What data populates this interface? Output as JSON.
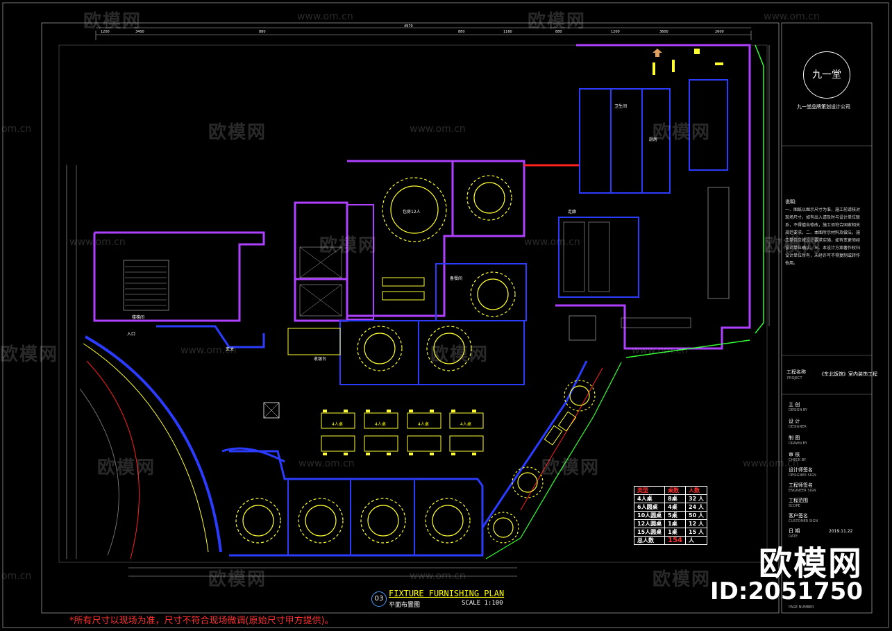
{
  "brand": {
    "watermark": "欧模网",
    "watermark_url": "www.om.cn",
    "watermark_url_short": "om.cn",
    "big_brand": "欧模网",
    "big_id": "ID:2051750"
  },
  "title_block": {
    "logo_text": "九一堂",
    "company": "九一堂品牌策划设计公司",
    "notes_heading": "说明:",
    "notes_body": "一、图纸以图示尺寸为准，施工前请核对现场尺寸，如有出入请及时与设计单位联系，不得擅自修改，施工须符合国家相关规范要求。二、本图所示材料及做法，施工单位应按设计要求实施，如有变更须经设计单位确认。三、本设计方案著作权归设计单位所有，未经许可不得复制或转作他用。",
    "project_label": "工程名称",
    "project_label_en": "PROJECT",
    "project_name": "《东北饭馆》室内装饰工程",
    "rows": [
      {
        "cn": "主  创",
        "en": "DESIGN BY"
      },
      {
        "cn": "设  计",
        "en": "DESIGNER"
      },
      {
        "cn": "制  图",
        "en": "DRAWN BY"
      },
      {
        "cn": "审  核",
        "en": "CHECK BY"
      },
      {
        "cn": "设计师签名",
        "en": "DESIGNER SIGN"
      },
      {
        "cn": "工程师签名",
        "en": "ENGINEER SIGN"
      },
      {
        "cn": "工程范围",
        "en": "SCOPE"
      },
      {
        "cn": "客户签名",
        "en": "CUSTOMER SIGN"
      },
      {
        "cn": "日  期",
        "en": "DATE"
      }
    ],
    "date": "2019.11.22",
    "bottom_en": "PAGE NUMBER"
  },
  "drawing_title": {
    "number": "03",
    "title": "FIXTURE FURNISHING PLAN",
    "subtitle": "平面布置图",
    "scale": "SCALE 1:100"
  },
  "footnote": "*所有尺寸以现场为准，尺寸不符合现场微调(原始尺寸甲方提供)。",
  "legend": {
    "header": [
      "类型",
      "桌数",
      "人数"
    ],
    "rows": [
      [
        "4人桌",
        "8桌",
        "32 人"
      ],
      [
        "6人圆桌",
        "4桌",
        "24 人"
      ],
      [
        "10人圆桌",
        "5桌",
        "50 人"
      ],
      [
        "12人圆桌",
        "1桌",
        "12 人"
      ],
      [
        "15人圆桌",
        "1桌",
        "15 人"
      ]
    ],
    "total_label": "总人数",
    "total_value": "154",
    "total_unit": "人"
  },
  "room_labels": {
    "entrance": "入口",
    "foyer": "玄关",
    "cashier": "收银台",
    "stairs": "楼梯间",
    "kitchen": "厨房",
    "toilet": "卫生间",
    "hall_4": "4人桌",
    "private_12": "包房12人",
    "storage": "备餐间",
    "corridor": "走廊"
  },
  "dims_top": [
    "1200",
    "3400",
    "880",
    "4970",
    "880",
    "1160",
    "880",
    "1200",
    "3600",
    "2600"
  ],
  "colors": {
    "wall_purple": "#b040ff",
    "wall_blue": "#2b3cff",
    "furniture_yellow": "#ffff33",
    "green": "#33ff33",
    "red": "#ff2020",
    "white": "#ffffff"
  }
}
